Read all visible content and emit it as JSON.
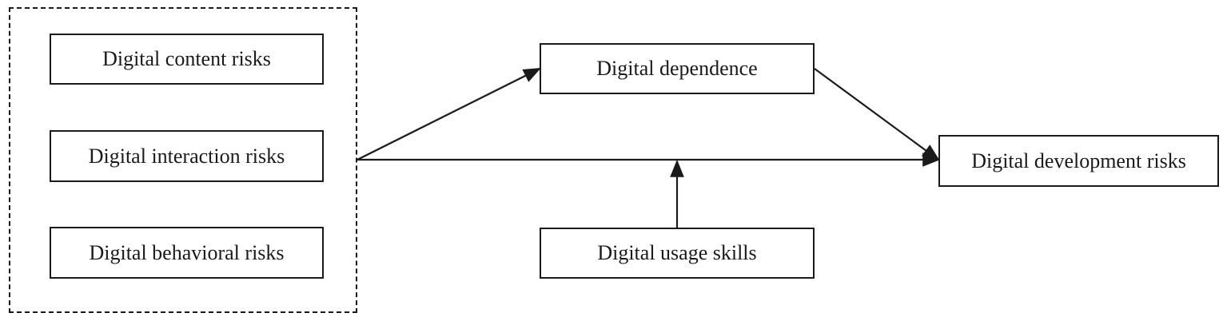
{
  "diagram": {
    "nodes": {
      "content_risks": "Digital content risks",
      "interaction_risks": "Digital interaction risks",
      "behavioral_risks": "Digital behavioral risks",
      "dependence": "Digital dependence",
      "development_risks": "Digital development risks",
      "usage_skills": "Digital usage skills"
    },
    "edges": [
      {
        "from": "risk-group",
        "to": "dependence",
        "type": "arrow"
      },
      {
        "from": "dependence",
        "to": "development_risks",
        "type": "arrow"
      },
      {
        "from": "risk-group",
        "to": "development_risks",
        "type": "arrow"
      },
      {
        "from": "usage_skills",
        "to": "risk-group -> development_risks path",
        "type": "moderation-arrow"
      }
    ],
    "colors": {
      "stroke": "#1a1a1a",
      "background": "#ffffff"
    }
  }
}
